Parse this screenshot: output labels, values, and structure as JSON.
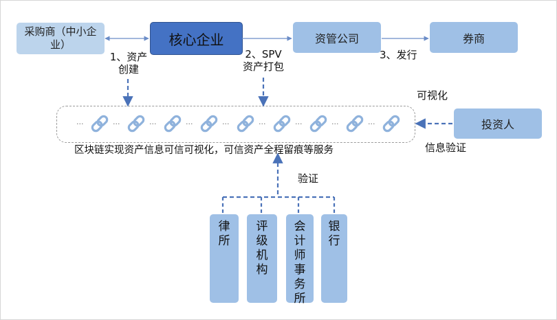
{
  "nodes": {
    "buyer": "采购商（中小企业）",
    "core": "核心企业",
    "asset_mgmt": "资管公司",
    "broker": "券商",
    "investor": "投资人"
  },
  "steps": {
    "step1": "1、资产创建",
    "step2_line1": "2、SPV",
    "step2_line2": "资产打包",
    "step3": "3、发行"
  },
  "labels": {
    "visualization": "可视化",
    "info_verify": "信息验证",
    "verify": "验证",
    "blockchain_caption": "区块链实现资产信息可信可视化，可信资产全程留痕等服务"
  },
  "chain_block_count": 9,
  "institutions": [
    {
      "name": "律所",
      "chars": [
        "律",
        "所"
      ]
    },
    {
      "name": "评级机构",
      "chars": [
        "评",
        "级",
        "机",
        "构"
      ]
    },
    {
      "name": "会计师事务所",
      "chars": [
        "会",
        "计",
        "师",
        "事",
        "务",
        "所"
      ]
    },
    {
      "name": "银行",
      "chars": [
        "银",
        "行"
      ]
    }
  ],
  "colors": {
    "light_box": "#bcd4ec",
    "mid_box": "#9fc0e6",
    "core_box": "#4472c4",
    "arrow_blue": "#4a72b8",
    "chain_icon": "#8fb2dc"
  }
}
